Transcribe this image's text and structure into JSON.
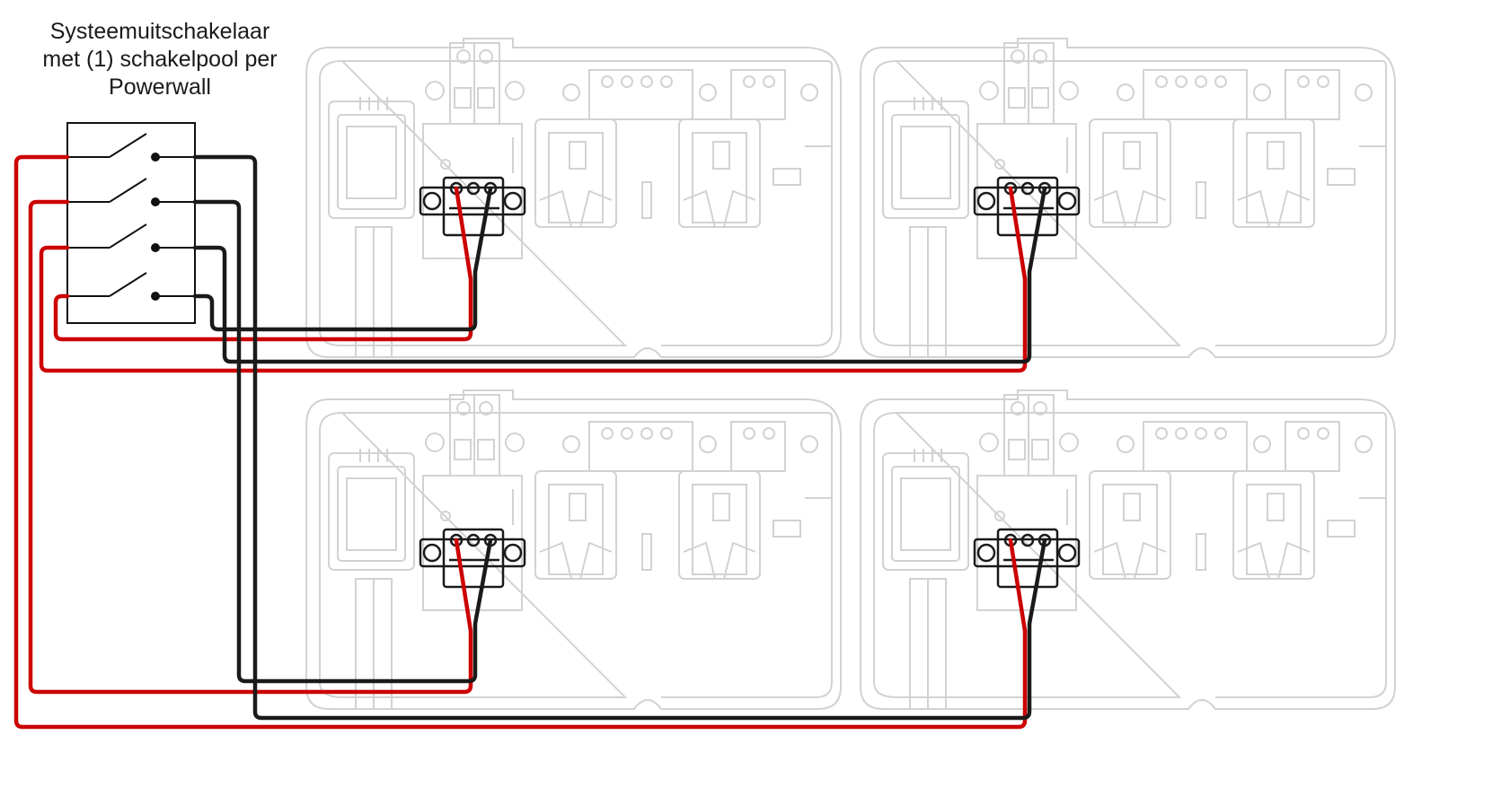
{
  "label_lines": [
    "Systeemuitschakelaar",
    "met (1) schakelpool per",
    "Powerwall"
  ],
  "colors": {
    "wire_red": "#cc0000",
    "wire_black": "#1a1a1a",
    "unit_outline": "#d2d2d2",
    "switch_outline": "#111111"
  },
  "switch": {
    "poles": 4
  },
  "units": [
    {
      "name": "powerwall-top-left"
    },
    {
      "name": "powerwall-top-right"
    },
    {
      "name": "powerwall-bottom-left"
    },
    {
      "name": "powerwall-bottom-right"
    }
  ]
}
